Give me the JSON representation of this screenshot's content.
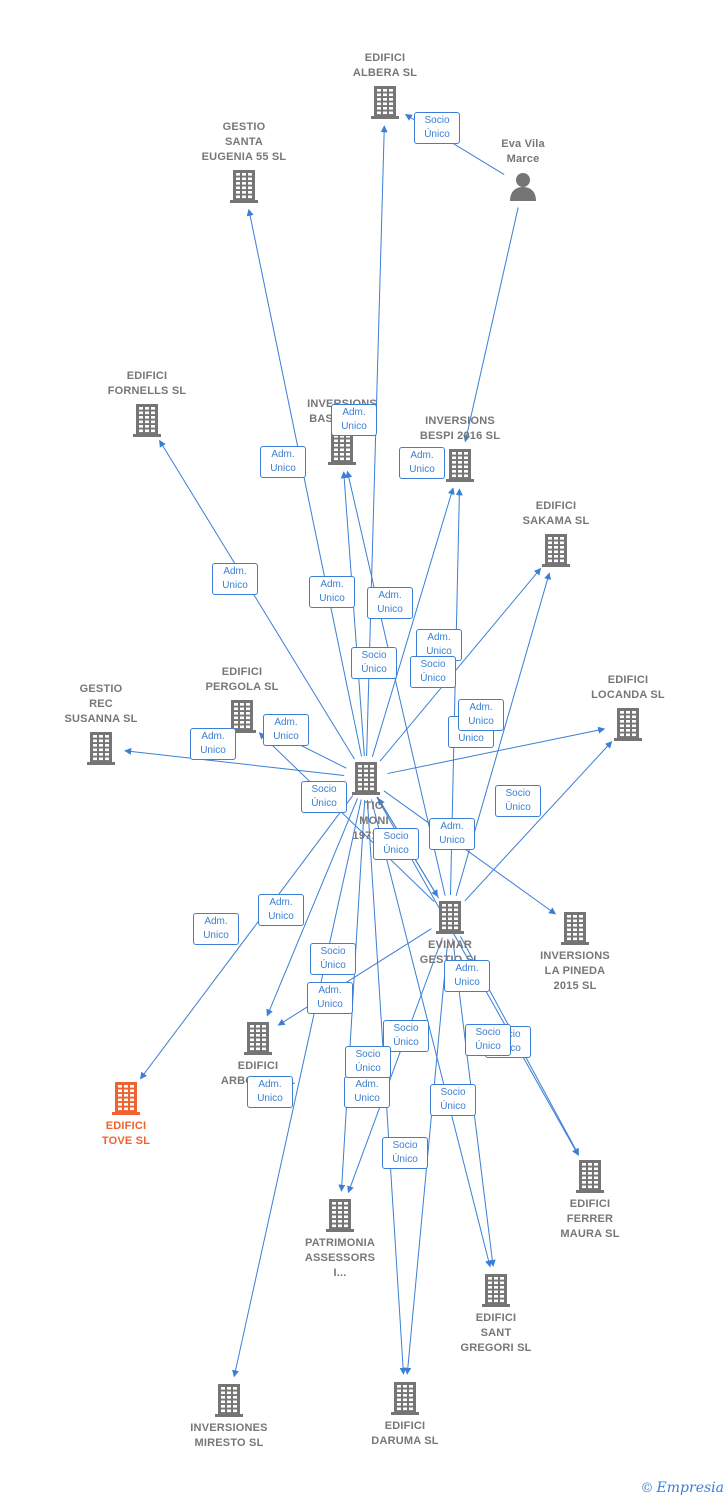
{
  "nodes": [
    {
      "id": "edifici-albera",
      "label": "EDIFICI\nALBERA  SL",
      "type": "company"
    },
    {
      "id": "gestio-santa-eugenia",
      "label": "GESTIO\nSANTA\nEUGENIA 55 SL",
      "type": "company"
    },
    {
      "id": "eva-vila-marce",
      "label": "Eva Vila\nMarce",
      "type": "person"
    },
    {
      "id": "edifici-fornells",
      "label": "EDIFICI\nFORNELLS SL",
      "type": "company"
    },
    {
      "id": "inversions-basara",
      "label": "INVERSIONS\nBASARA  SL",
      "type": "company"
    },
    {
      "id": "inversions-bespi",
      "label": "INVERSIONS\nBESPI 2016  SL",
      "type": "company"
    },
    {
      "id": "edifici-sakama",
      "label": "EDIFICI\nSAKAMA  SL",
      "type": "company"
    },
    {
      "id": "edifici-pergola",
      "label": "EDIFICI\nPERGOLA  SL",
      "type": "company"
    },
    {
      "id": "gestio-rec-susanna",
      "label": "GESTIO\nREC\nSUSANNA SL",
      "type": "company"
    },
    {
      "id": "edifici-locanda",
      "label": "EDIFICI\nLOCANDA  SL",
      "type": "company"
    },
    {
      "id": "gestio-patrimoni",
      "label": "TIO\nMONI\n1971  SL",
      "type": "company"
    },
    {
      "id": "inversions-la-pineda",
      "label": "INVERSIONS\nLA PINEDA\n2015  SL",
      "type": "company"
    },
    {
      "id": "evimar-gestio",
      "label": "EVIMAR\nGESTIO SL",
      "type": "company"
    },
    {
      "id": "edifici-arborea",
      "label": "EDIFICI\nARBOREA  SL",
      "type": "company"
    },
    {
      "id": "edifici-tove",
      "label": "EDIFICI\nTOVE  SL",
      "type": "focus"
    },
    {
      "id": "edifici-ferrer-maura",
      "label": "EDIFICI\nFERRER\nMAURA SL",
      "type": "company"
    },
    {
      "id": "patrimonia-assessors",
      "label": "PATRIMONIA\nASSESSORS\nI...",
      "type": "company"
    },
    {
      "id": "edifici-sant-gregori",
      "label": "EDIFICI\nSANT\nGREGORI  SL",
      "type": "company"
    },
    {
      "id": "inversiones-miresto",
      "label": "INVERSIONES\nMIRESTO  SL",
      "type": "company"
    },
    {
      "id": "edifici-daruma",
      "label": "EDIFICI\nDARUMA  SL",
      "type": "company"
    }
  ],
  "edges": [
    {
      "from": "eva-vila-marce",
      "to": "edifici-albera",
      "label": "Socio\nÚnico"
    },
    {
      "from": "eva-vila-marce",
      "to": "inversions-bespi",
      "label": "Adm.\nUnico"
    },
    {
      "from": "gestio-patrimoni",
      "to": "gestio-santa-eugenia",
      "label": "Adm.\nUnico"
    },
    {
      "from": "gestio-patrimoni",
      "to": "edifici-albera",
      "label": "Adm.\nUnico"
    },
    {
      "from": "gestio-patrimoni",
      "to": "edifici-fornells",
      "label": "Adm.\nUnico"
    },
    {
      "from": "gestio-patrimoni",
      "to": "inversions-basara",
      "label": "Adm.\nUnico"
    },
    {
      "from": "gestio-patrimoni",
      "to": "inversions-bespi",
      "label": "Adm.\nUnico"
    },
    {
      "from": "gestio-patrimoni",
      "to": "edifici-sakama",
      "label": "Socio\nÚnico"
    },
    {
      "from": "gestio-patrimoni",
      "to": "edifici-pergola",
      "label": "Adm.\nUnico"
    },
    {
      "from": "gestio-patrimoni",
      "to": "gestio-rec-susanna",
      "label": "Adm.\nUnico"
    },
    {
      "from": "gestio-patrimoni",
      "to": "edifici-locanda",
      "label": "Adm.\nUnico"
    },
    {
      "from": "gestio-patrimoni",
      "to": "inversions-la-pineda",
      "label": "Adm.\nUnico"
    },
    {
      "from": "gestio-patrimoni",
      "to": "edifici-tove",
      "label": "Adm.\nUnico"
    },
    {
      "from": "gestio-patrimoni",
      "to": "edifici-arborea",
      "label": "Adm.\nUnico"
    },
    {
      "from": "gestio-patrimoni",
      "to": "patrimonia-assessors",
      "label": "Adm.\nUnico"
    },
    {
      "from": "gestio-patrimoni",
      "to": "inversiones-miresto",
      "label": "Adm.\nUnico"
    },
    {
      "from": "gestio-patrimoni",
      "to": "edifici-daruma",
      "label": "Adm.\nUnico"
    },
    {
      "from": "gestio-patrimoni",
      "to": "edifici-sant-gregori",
      "label": "Socio\nÚnico"
    },
    {
      "from": "gestio-patrimoni",
      "to": "edifici-ferrer-maura",
      "label": "Adm.\nUnico"
    },
    {
      "from": "gestio-patrimoni",
      "to": "evimar-gestio",
      "label": "Socio\nÚnico"
    },
    {
      "from": "evimar-gestio",
      "to": "gestio-patrimoni",
      "label": "Socio\nÚnico"
    },
    {
      "from": "evimar-gestio",
      "to": "inversions-basara",
      "label": "Adm.\nUnico"
    },
    {
      "from": "evimar-gestio",
      "to": "inversions-bespi",
      "label": "Socio\nÚnico"
    },
    {
      "from": "evimar-gestio",
      "to": "edifici-sakama",
      "label": "Adm.\nUnico"
    },
    {
      "from": "evimar-gestio",
      "to": "edifici-locanda",
      "label": "Socio\nÚnico"
    },
    {
      "from": "evimar-gestio",
      "to": "edifici-pergola",
      "label": "Socio\nÚnico"
    },
    {
      "from": "evimar-gestio",
      "to": "edifici-arborea",
      "label": "Socio\nÚnico"
    },
    {
      "from": "evimar-gestio",
      "to": "patrimonia-assessors",
      "label": "Socio\nÚnico"
    },
    {
      "from": "evimar-gestio",
      "to": "edifici-daruma",
      "label": "Socio\nÚnico"
    },
    {
      "from": "evimar-gestio",
      "to": "edifici-sant-gregori",
      "label": "Socio\nÚnico"
    },
    {
      "from": "evimar-gestio",
      "to": "edifici-ferrer-maura",
      "label": "Socio\nÚnico"
    }
  ],
  "brand": {
    "copyright": "©",
    "name": "Empresia"
  },
  "colors": {
    "edge": "#3a7fd5",
    "node": "#757575",
    "focus": "#f0622e"
  }
}
